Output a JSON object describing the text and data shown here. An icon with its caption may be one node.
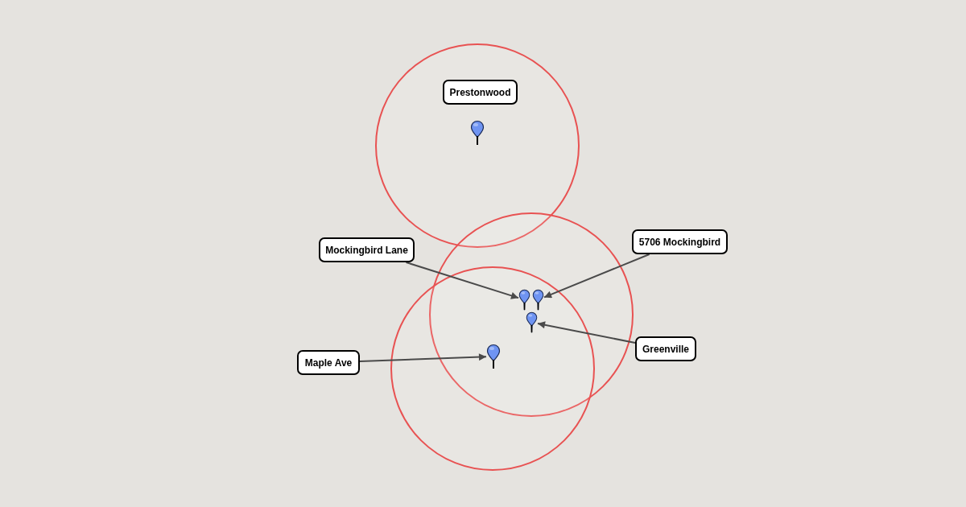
{
  "diagram": {
    "nodes": [
      {
        "text": [
          "Prestonwood"
        ]
      },
      {
        "text": [
          "Mockingbird Lane"
        ]
      },
      {
        "text": [
          "5706 Mockingbird"
        ]
      },
      {
        "text": [
          "Greenville"
        ]
      },
      {
        "text": [
          "Maple Ave"
        ]
      },
      {
        "text": [],
        "shape": "pin"
      },
      {
        "text": [],
        "shape": "pin"
      },
      {
        "text": [],
        "shape": "pin"
      },
      {
        "text": [],
        "shape": "pin"
      }
    ],
    "edges": [
      {
        "from": 1,
        "to": 5,
        "arrow": "to"
      },
      {
        "from": 2,
        "to": 6,
        "arrow": "to"
      },
      {
        "from": 3,
        "to": 7,
        "arrow": "to"
      },
      {
        "from": 4,
        "to": 8,
        "arrow": "to"
      }
    ]
  }
}
